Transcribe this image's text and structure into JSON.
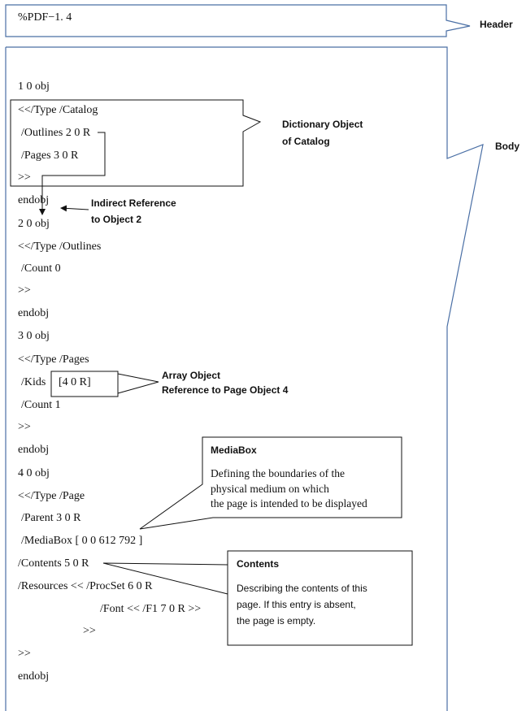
{
  "header": {
    "code": "%PDF−1. 4",
    "label": "Header"
  },
  "body": {
    "label": "Body",
    "lines": [
      "1 0 obj",
      "<</Type /Catalog",
      "/Outlines 2 0 R",
      "/Pages 3 0 R",
      ">>",
      "endobj",
      "2 0 obj",
      "<</Type /Outlines",
      "/Count 0",
      ">>",
      "endobj",
      "3 0 obj",
      "<</Type /Pages",
      "/Kids",
      "[4 0 R]",
      "/Count 1",
      ">>",
      "endobj",
      "4 0 obj",
      "<</Type /Page",
      "/Parent 3 0 R",
      "/MediaBox [ 0 0 612 792 ]",
      "/Contents 5 0 R",
      "/Resources  << /ProcSet 6 0 R",
      "/Font  << /F1 7 0 R  >>",
      ">>",
      ">>",
      "endobj"
    ]
  },
  "annotations": {
    "dictionary_object": {
      "line1": "Dictionary Object",
      "line2": "of Catalog"
    },
    "indirect_reference": {
      "line1": "Indirect Reference",
      "line2": "to Object 2"
    },
    "array_object": {
      "line1": "Array Object",
      "line2": "Reference to Page Object 4"
    },
    "mediabox": {
      "title": "MediaBox",
      "line1": "Defining the boundaries  of the",
      "line2": "physical medium on which",
      "line3": "the page is intended to be displayed"
    },
    "contents": {
      "title": "Contents",
      "line1": "Describing the contents  of this",
      "line2": "page. If this entry is absent,",
      "line3": "the page is empty."
    }
  }
}
